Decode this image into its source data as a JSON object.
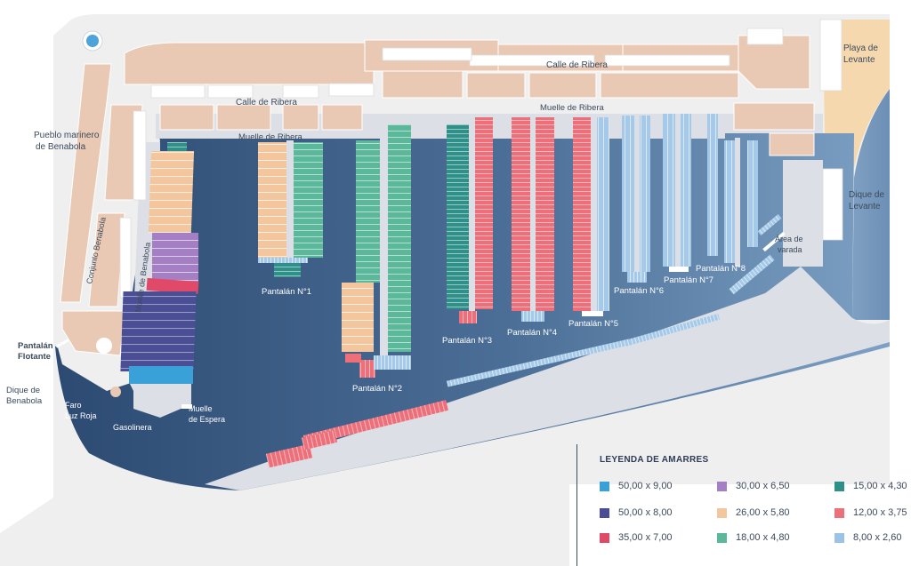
{
  "map": {
    "labels": {
      "pueblo": [
        "Pueblo marinero",
        "de Benabola"
      ],
      "conjunto": "Conjunto Benabola",
      "muelle_benabola": "Muelle de Benabola",
      "calle_ribera_top": "Calle de Ribera",
      "calle_ribera_mid": "Calle de Ribera",
      "muelle_ribera_left": "Muelle de Ribera",
      "muelle_ribera_right": "Muelle de Ribera",
      "playa": [
        "Playa de",
        "Levante"
      ],
      "dique_levante": [
        "Dique de",
        "Levante"
      ],
      "area_varada": [
        "Área de",
        "varada"
      ],
      "pantalan_flotante": [
        "Pantalán",
        "Flotante"
      ],
      "dique_benabola": [
        "Dique de",
        "Benabola"
      ],
      "faro": [
        "Faro",
        "Luz Roja"
      ],
      "gasolinera": "Gasolinera",
      "muelle_espera": [
        "Muelle",
        "de Espera"
      ],
      "p1": "Pantalán N°1",
      "p2": "Pantalán N°2",
      "p3": "Pantalán N°3",
      "p4": "Pantalán N°4",
      "p5": "Pantalán N°5",
      "p6": "Pantalán N°6",
      "p7": "Pantalán N°7",
      "p8": "Pantalán N°8"
    }
  },
  "legend": {
    "title": "LEYENDA DE AMARRES",
    "items": [
      {
        "label": "50,00 x 9,00",
        "color": "#3aa0d8"
      },
      {
        "label": "30,00 x 6,50",
        "color": "#a57fc4"
      },
      {
        "label": "15,00 x 4,30",
        "color": "#2f8f89"
      },
      {
        "label": "50,00 x 8,00",
        "color": "#4a4f95"
      },
      {
        "label": "26,00 x 5,80",
        "color": "#f3c69d"
      },
      {
        "label": "12,00 x 3,75",
        "color": "#ec6f7a"
      },
      {
        "label": "35,00 x 7,00",
        "color": "#e04a68"
      },
      {
        "label": "18,00 x 4,80",
        "color": "#5cb89a"
      },
      {
        "label": "8,00 x 2,60",
        "color": "#9cc3e6"
      }
    ]
  }
}
